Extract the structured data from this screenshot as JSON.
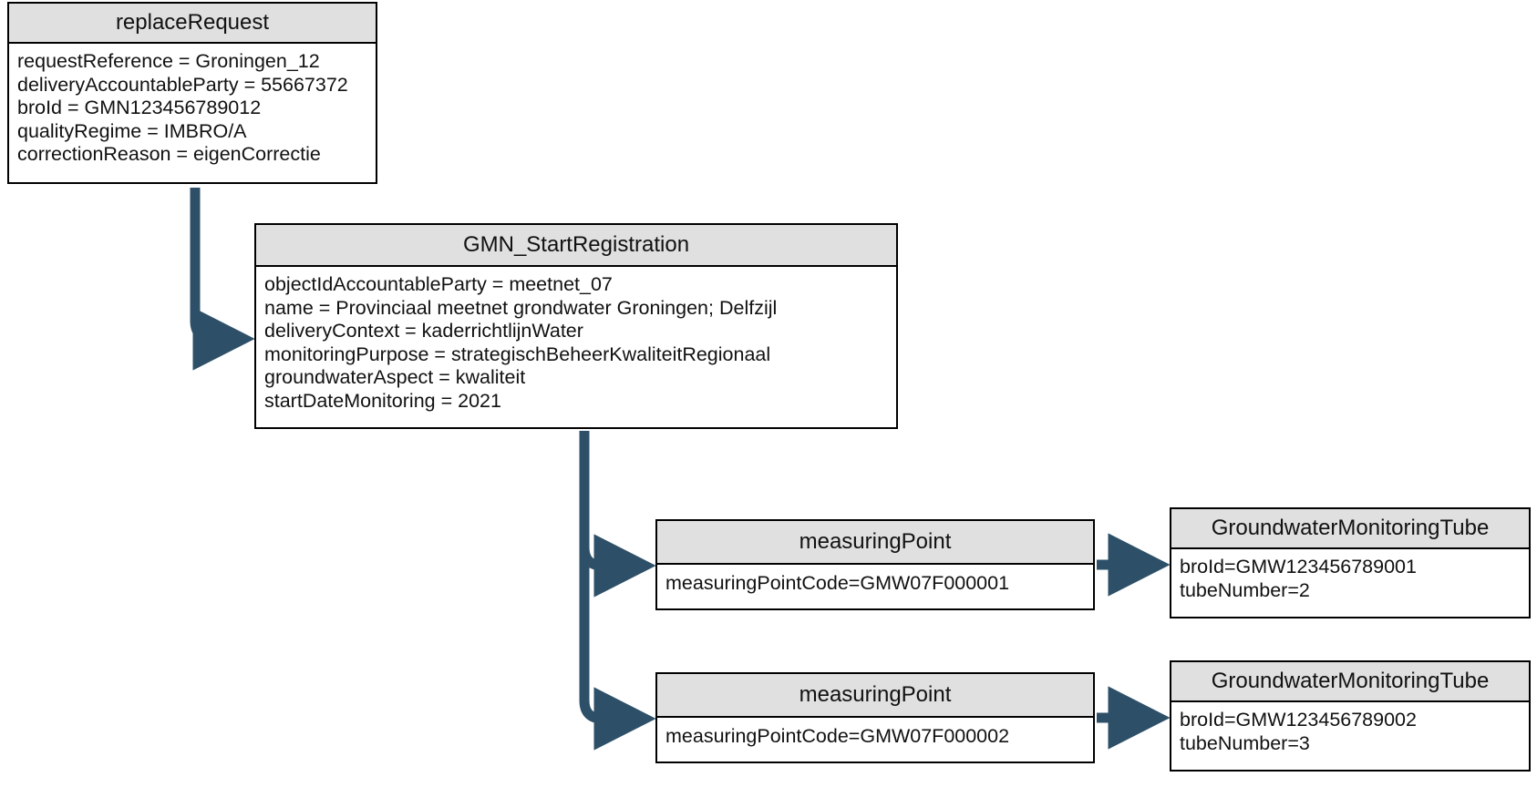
{
  "diagram": {
    "title": "replaceRequest GMN_StartRegistration object diagram",
    "colors": {
      "arrow": "#2d5068",
      "node_border": "#000000",
      "node_title_fill": "#e0e0e0",
      "node_body_fill": "#ffffff",
      "background": "#ffffff"
    }
  },
  "nodes": {
    "replace_request": {
      "title": "replaceRequest",
      "attributes": [
        "requestReference = Groningen_12",
        "deliveryAccountableParty = 55667372",
        "broId = GMN123456789012",
        "qualityRegime = IMBRO/A",
        "correctionReason = eigenCorrectie"
      ]
    },
    "gmn_start_registration": {
      "title": "GMN_StartRegistration",
      "attributes": [
        "objectIdAccountableParty = meetnet_07",
        "name = Provinciaal meetnet grondwater Groningen; Delfzijl",
        "deliveryContext = kaderrichtlijnWater",
        "monitoringPurpose = strategischBeheerKwaliteitRegionaal",
        "groundwaterAspect = kwaliteit",
        "startDateMonitoring = 2021"
      ]
    },
    "measuring_point_1": {
      "title": "measuringPoint",
      "attributes": [
        "measuringPointCode=GMW07F000001"
      ]
    },
    "measuring_point_2": {
      "title": "measuringPoint",
      "attributes": [
        "measuringPointCode=GMW07F000002"
      ]
    },
    "tube_1": {
      "title": "GroundwaterMonitoringTube",
      "attributes": [
        "broId=GMW123456789001",
        "tubeNumber=2"
      ]
    },
    "tube_2": {
      "title": "GroundwaterMonitoringTube",
      "attributes": [
        "broId=GMW123456789002",
        "tubeNumber=3"
      ]
    }
  },
  "connectors": [
    {
      "name": "replace-request-to-gmn-start",
      "from": "replace_request",
      "to": "gmn_start_registration"
    },
    {
      "name": "gmn-start-to-measuring-point-1",
      "from": "gmn_start_registration",
      "to": "measuring_point_1"
    },
    {
      "name": "gmn-start-to-measuring-point-2",
      "from": "gmn_start_registration",
      "to": "measuring_point_2"
    },
    {
      "name": "measuring-point-1-to-tube-1",
      "from": "measuring_point_1",
      "to": "tube_1"
    },
    {
      "name": "measuring-point-2-to-tube-2",
      "from": "measuring_point_2",
      "to": "tube_2"
    }
  ]
}
